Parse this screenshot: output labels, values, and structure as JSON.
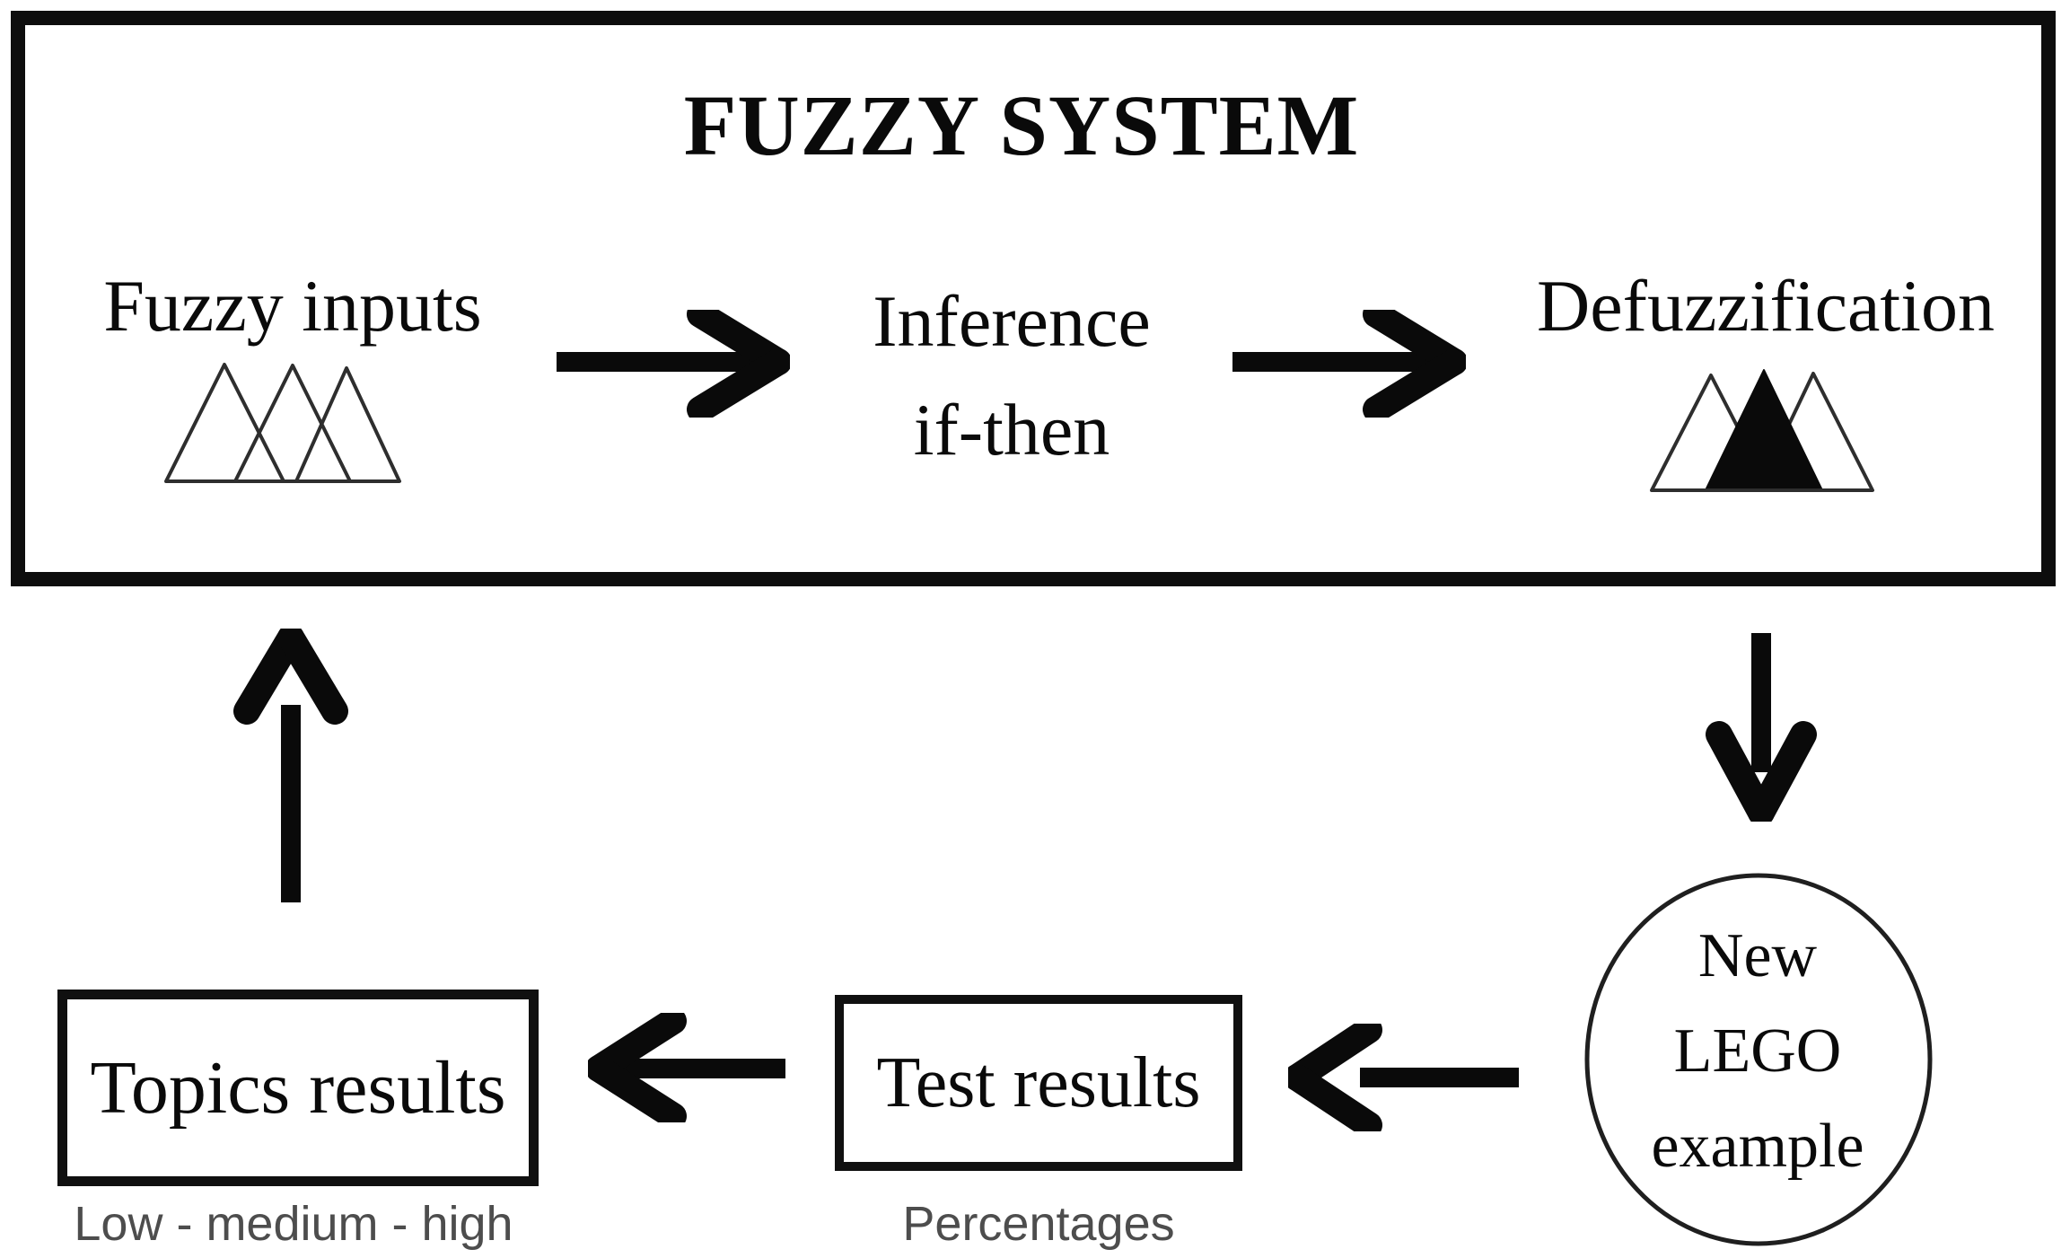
{
  "diagram": {
    "title": "FUZZY SYSTEM",
    "fuzzy_system": {
      "nodes": {
        "fuzzy_inputs": {
          "label": "Fuzzy inputs",
          "icon": "fuzzy-membership-triangles-icon"
        },
        "inference": {
          "line1": "Inference",
          "line2": "if-then"
        },
        "defuzzification": {
          "label": "Defuzzification",
          "icon": "defuzzified-membership-triangles-icon"
        }
      }
    },
    "new_lego_example": {
      "line1": "New",
      "line2": "LEGO",
      "line3": "example"
    },
    "test_results": {
      "label": "Test results",
      "caption": "Percentages"
    },
    "topics_results": {
      "label": "Topics results",
      "caption": "Low - medium - high"
    },
    "arrows": [
      "fuzzy-inputs-to-inference",
      "inference-to-defuzzification",
      "defuzzification-to-new-lego-example",
      "new-lego-example-to-test-results",
      "test-results-to-topics-results",
      "topics-results-to-fuzzy-system"
    ],
    "colors": {
      "ink": "#0a0a0a",
      "caption_gray": "#4d4d4d",
      "background": "#ffffff"
    }
  }
}
